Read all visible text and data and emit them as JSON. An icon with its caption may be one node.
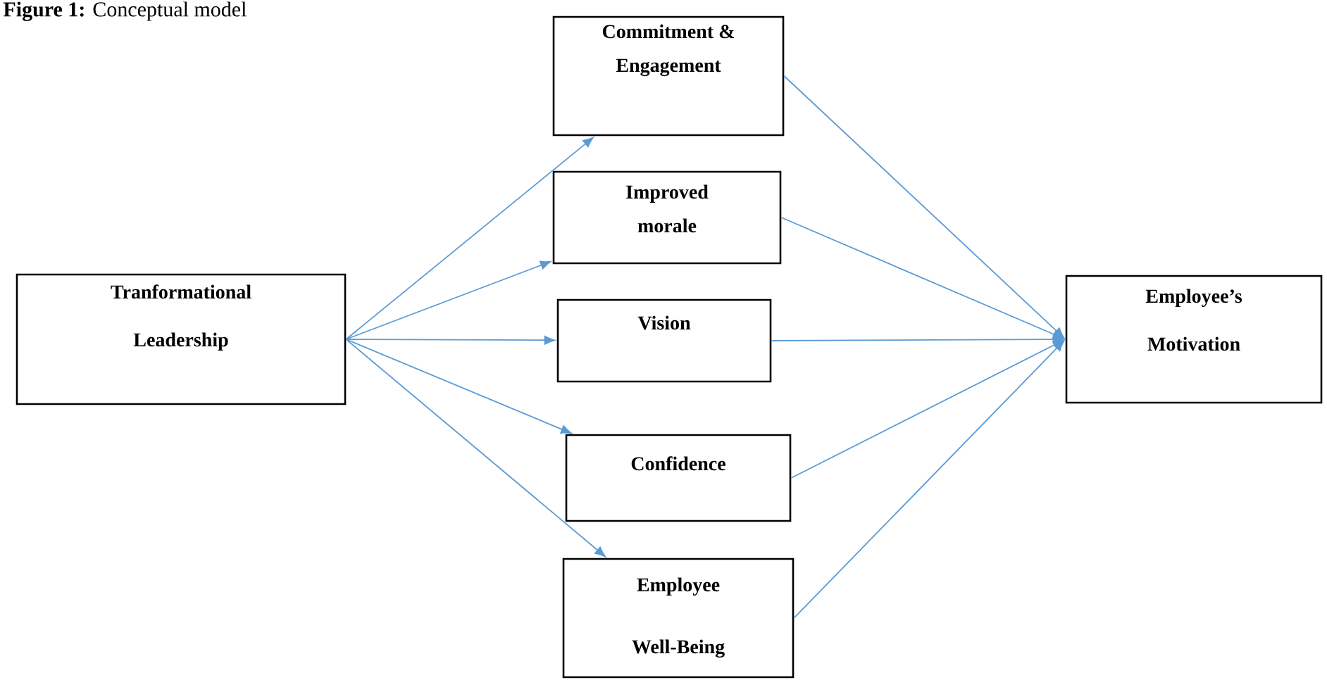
{
  "diagram": {
    "title": "**Figure 1:** Conceptual model",
    "nodes": [
      {
        "text": [
          "Tranformational Leadership"
        ]
      },
      {
        "text": [
          "Commitment & Engagement"
        ]
      },
      {
        "text": [
          "Improved morale"
        ]
      },
      {
        "text": [
          "Vision"
        ]
      },
      {
        "text": [
          "Confidence"
        ]
      },
      {
        "text": [
          "Employee Well-Being"
        ]
      },
      {
        "text": [
          "Employee’s Motivation"
        ]
      }
    ],
    "edges": [
      {
        "from": 0,
        "to": 1,
        "arrow": "to"
      },
      {
        "from": 0,
        "to": 2,
        "arrow": "to"
      },
      {
        "from": 0,
        "to": 3,
        "arrow": "to"
      },
      {
        "from": 0,
        "to": 4,
        "arrow": "to"
      },
      {
        "from": 0,
        "to": 5,
        "arrow": "to"
      },
      {
        "from": 1,
        "to": 6,
        "arrow": "to"
      },
      {
        "from": 2,
        "to": 6,
        "arrow": "to"
      },
      {
        "from": 3,
        "to": 6,
        "arrow": "to"
      },
      {
        "from": 4,
        "to": 6,
        "arrow": "to"
      },
      {
        "from": 5,
        "to": 6,
        "arrow": "to"
      }
    ]
  }
}
